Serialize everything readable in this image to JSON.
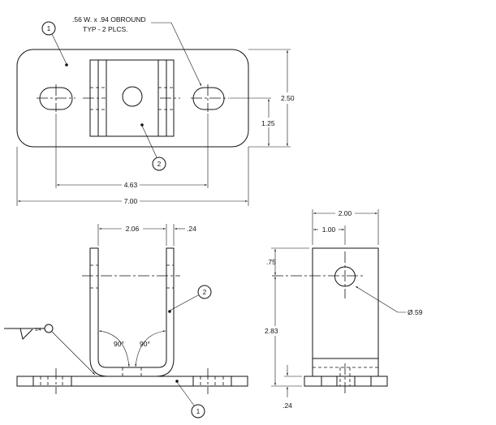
{
  "top_view": {
    "note_line1": ".56 W. x .94 OBROUND",
    "note_line2": "TYP - 2 PLCS.",
    "balloon_1": "1",
    "balloon_2": "2",
    "dim_height": "2.50",
    "dim_half_height": "1.25",
    "dim_slot_spacing": "4.63",
    "dim_length": "7.00"
  },
  "front_view": {
    "dim_inner_width": "2.06",
    "dim_thickness": ".24",
    "angle_left": "90°",
    "angle_right": "90°",
    "weld_size": "1/4",
    "balloon_1": "1",
    "balloon_2": "2"
  },
  "side_view": {
    "dim_width": "2.00",
    "dim_hole_offset": "1.00",
    "dim_hole_from_top": ".75",
    "dim_hole_height": "2.83",
    "dim_plate_thickness": ".24",
    "hole_diameter": "Ø.59"
  }
}
